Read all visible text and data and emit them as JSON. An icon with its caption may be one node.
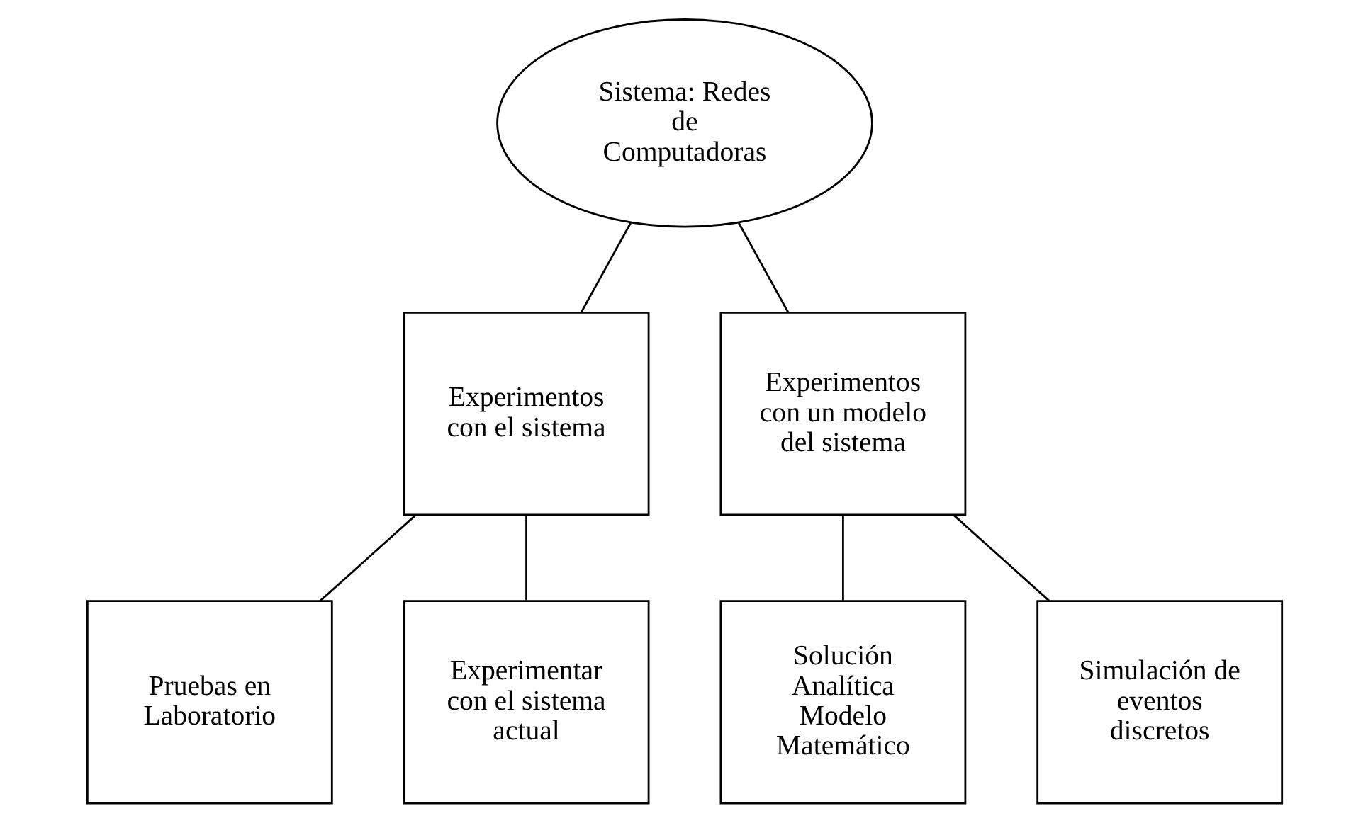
{
  "diagram": {
    "nodes": [
      {
        "text": [
          "Sistema: Redes de Computadoras"
        ]
      },
      {
        "text": [
          "Experimentos con el sistema"
        ]
      },
      {
        "text": [
          "Experimentos con un modelo del sistema"
        ]
      },
      {
        "text": [
          "Pruebas en Laboratorio"
        ]
      },
      {
        "text": [
          "Experimentar con el sistema actual"
        ]
      },
      {
        "text": [
          "Solución Analítica Modelo Matemático"
        ]
      },
      {
        "text": [
          "Simulación de eventos discretos"
        ]
      }
    ],
    "edges": [
      {
        "from": 0,
        "to": 1,
        "arrow": "none"
      },
      {
        "from": 0,
        "to": 2,
        "arrow": "none"
      },
      {
        "from": 1,
        "to": 3,
        "arrow": "none"
      },
      {
        "from": 1,
        "to": 4,
        "arrow": "none"
      },
      {
        "from": 2,
        "to": 5,
        "arrow": "none"
      },
      {
        "from": 2,
        "to": 6,
        "arrow": "none"
      }
    ]
  }
}
